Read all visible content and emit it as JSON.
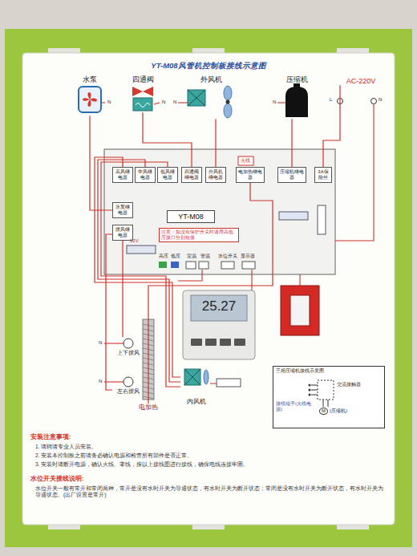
{
  "diagram": {
    "title": "YT-M08风管机控制板接线示意图",
    "nodes": [
      {
        "text": [
          "水泵"
        ]
      },
      {
        "text": [
          "四通阀"
        ]
      },
      {
        "text": [
          "外风机"
        ]
      },
      {
        "text": [
          "压缩机"
        ]
      },
      {
        "text": [
          "AC-220V"
        ]
      },
      {
        "text": [
          "高风继电器"
        ]
      },
      {
        "text": [
          "中风继电器"
        ]
      },
      {
        "text": [
          "低风继电器"
        ]
      },
      {
        "text": [
          "四通阀继电器"
        ]
      },
      {
        "text": [
          "外风机继电器"
        ]
      },
      {
        "text": [
          "电加热继电器"
        ]
      },
      {
        "text": [
          "压缩机继电器"
        ]
      },
      {
        "text": [
          "3A保险丝"
        ]
      },
      {
        "text": [
          "水泵继电器"
        ]
      },
      {
        "text": [
          "摆风继电器"
        ]
      },
      {
        "text": [
          "YT-M08"
        ]
      },
      {
        "text": [
          "注意：如没有保护开关时请用高低压接口分别短接"
        ]
      },
      {
        "text": [
          "25.27"
        ]
      },
      {
        "text": [
          "三相压缩机接线示意图"
        ]
      },
      {
        "text": [
          "交流接触器"
        ],
        "in": 18
      },
      {
        "text": [
          "M",
          "(压缩机)"
        ],
        "in": 18
      },
      {
        "text": [
          "内风机"
        ]
      },
      {
        "text": [
          "电加热"
        ]
      },
      {
        "text": [
          "上下摆风"
        ]
      },
      {
        "text": [
          "左右摆风"
        ]
      }
    ],
    "edges": [
      {
        "from": 0,
        "to": 13,
        "arrow": "none"
      },
      {
        "from": 1,
        "to": 8,
        "arrow": "none"
      },
      {
        "from": 2,
        "to": 9,
        "arrow": "none"
      },
      {
        "from": 3,
        "to": 11,
        "arrow": "none"
      },
      {
        "from": 4,
        "to": 12,
        "arrow": "none"
      },
      {
        "from": 21,
        "to": 5,
        "arrow": "none"
      },
      {
        "from": 21,
        "to": 6,
        "arrow": "none"
      },
      {
        "from": 21,
        "to": 7,
        "arrow": "none"
      },
      {
        "from": 22,
        "to": 10,
        "arrow": "none"
      },
      {
        "from": 23,
        "to": 14,
        "arrow": "none"
      },
      {
        "from": 24,
        "to": 14,
        "arrow": "none"
      }
    ],
    "labels": [
      "N",
      "N",
      "N",
      "N",
      "L",
      "N",
      "火线",
      "12V",
      "高压",
      "低压",
      "室温",
      "管温",
      "水位开关",
      "显示器",
      "N",
      "N",
      "接线端子(火线电源)",
      "安装注意事项:",
      "1. 请聘请专业人员安装。",
      "2. 安装本控制板之前请务必确认电源和检查所有部件是否正常。",
      "3. 安装时请断开电源，确认火线、零线，按以上接线图进行接线，确保电线连接牢固。",
      "水位开关接线说明:",
      "水位开关一般有常开和常闭两种，常开是没有水时开关为导通状态，有水时开关为断开状态；常闭是没有水时开关为断开状态，有水时开关为导通状态。(出厂设置是常开)"
    ]
  }
}
